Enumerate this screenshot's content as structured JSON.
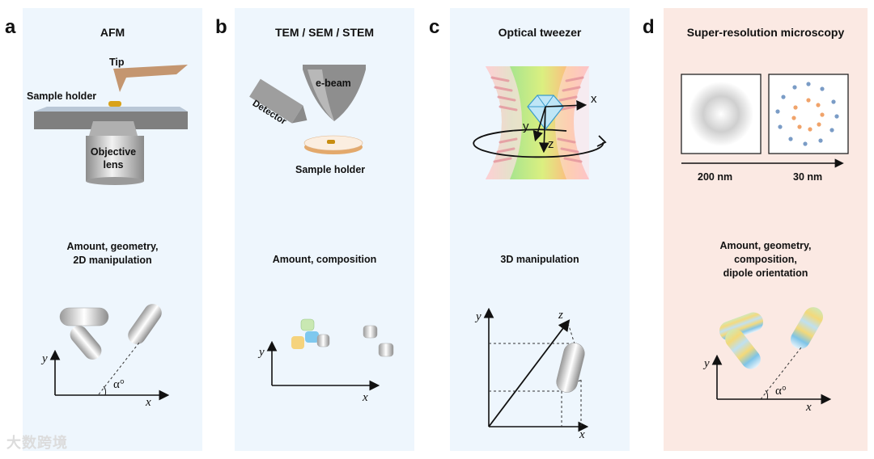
{
  "panels": {
    "a": {
      "letter": "a",
      "title": "AFM",
      "labels": {
        "tip": "Tip",
        "sample_holder": "Sample holder",
        "objective": "Objective\nlens"
      },
      "caption": "Amount, geometry,\n2D manipulation",
      "axes": {
        "x": "x",
        "y": "y",
        "angle": "α°"
      }
    },
    "b": {
      "letter": "b",
      "title": "TEM / SEM / STEM",
      "labels": {
        "detector": "Detector",
        "ebeam": "e-beam",
        "sample_holder": "Sample holder"
      },
      "caption": "Amount, composition",
      "axes": {
        "x": "x",
        "y": "y"
      }
    },
    "c": {
      "letter": "c",
      "title": "Optical tweezer",
      "labels": {
        "x": "x",
        "y": "y",
        "z": "z"
      },
      "caption": "3D manipulation",
      "axes": {
        "x": "x",
        "y": "y",
        "z": "z"
      }
    },
    "d": {
      "letter": "d",
      "title": "Super-resolution microscopy",
      "labels": {
        "res_left": "200 nm",
        "res_right": "30 nm"
      },
      "caption": "Amount, geometry,\ncomposition,\ndipole orientation",
      "axes": {
        "x": "x",
        "y": "y",
        "angle": "α°"
      }
    }
  },
  "colors": {
    "panel_blue": "#eef6fd",
    "panel_pink": "#fbe9e3",
    "tip": "#c49670",
    "stage": "#7f7f7f"
  },
  "watermark": "大数跨境"
}
